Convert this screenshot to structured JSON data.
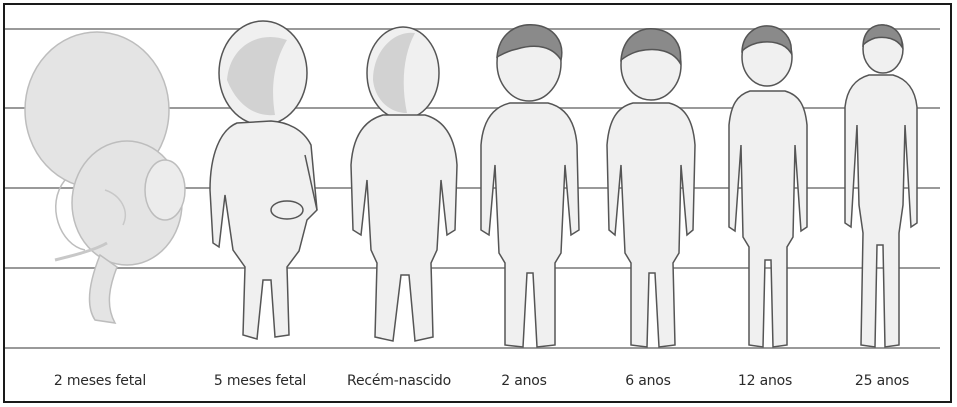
{
  "stages": [
    {
      "id": "fetal-2-months",
      "label": "2 meses fetal"
    },
    {
      "id": "fetal-5-months",
      "label": "5 meses fetal"
    },
    {
      "id": "newborn",
      "label": "Recém-nascido"
    },
    {
      "id": "age-2",
      "label": "2 anos"
    },
    {
      "id": "age-6",
      "label": "6 anos"
    },
    {
      "id": "age-12",
      "label": "12 anos"
    },
    {
      "id": "age-25",
      "label": "25 anos"
    }
  ],
  "colors": {
    "frame_border": "#1a1a1a",
    "guide_line": "#999999",
    "figure_stroke": "#555555",
    "figure_fill": "#f0f0f0",
    "figure_shade": "#d2d2d2",
    "fetus_fill": "#e4e4e4",
    "hair_fill": "#8a8a8a"
  }
}
